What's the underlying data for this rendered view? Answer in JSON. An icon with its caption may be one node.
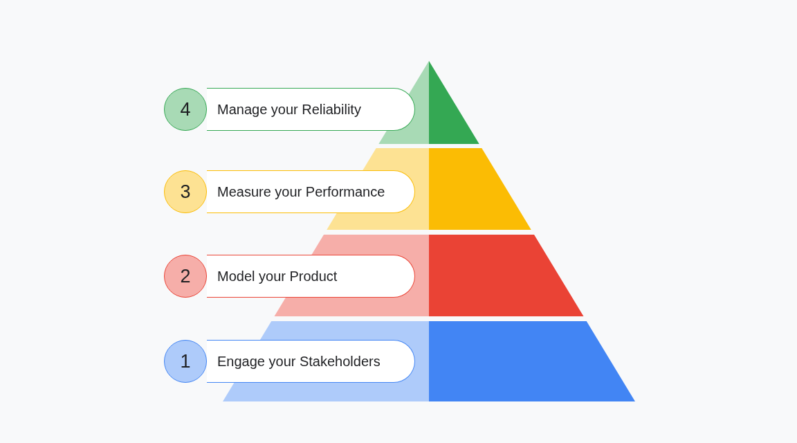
{
  "diagram": {
    "nodes": [
      {
        "text": [
          "4"
        ]
      },
      {
        "text": [
          "Manage your Reliability"
        ]
      },
      {
        "text": [
          "3"
        ]
      },
      {
        "text": [
          "Measure your Performance"
        ]
      },
      {
        "text": [
          "2"
        ]
      },
      {
        "text": [
          "Model your Product"
        ]
      },
      {
        "text": [
          "1"
        ]
      },
      {
        "text": [
          "Engage your Stakeholders"
        ]
      }
    ]
  }
}
